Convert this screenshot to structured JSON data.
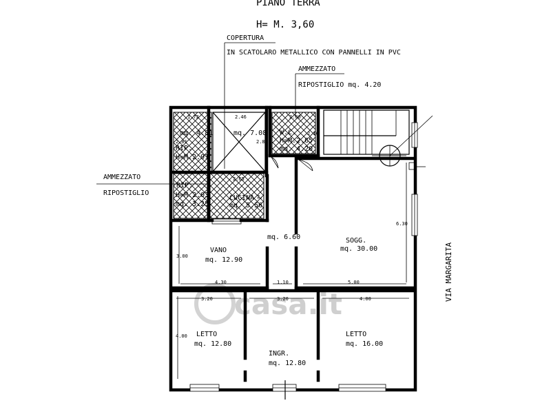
{
  "header": {
    "floor_title": "PIANO TERRA",
    "height": "H= M. 3,60"
  },
  "notes": {
    "copertura_title": "COPERTURA",
    "copertura_desc": "IN SCATOLARO METALLICO CON PANNELLI IN PVC",
    "ammezzato_top_title": "AMMEZZATO",
    "ammezzato_top_desc": "RIPOSTIGLIO mq. 4.20",
    "ammezzato_left_title": "AMMEZZATO",
    "ammezzato_left_desc": "RIPOSTIGLIO"
  },
  "street": "VIA MARGARITA",
  "watermark": "casa.it",
  "rooms": {
    "rip1": {
      "l1": "mq. 4.81",
      "l2": "RIP.",
      "l3": "H=M.2.91"
    },
    "void": {
      "area": "mq. 7.08"
    },
    "wc": {
      "l1": "W.C.",
      "l2": "H=M.2.65",
      "l3": "mq. 4.20"
    },
    "rip2": {
      "l1": "RIP.",
      "l2": "H=M.2.03",
      "l3": "mq. 3.25"
    },
    "cucina": {
      "name": "CUCINA",
      "area": "mq. 5.56"
    },
    "disimpegno": {
      "area": "mq. 6.60"
    },
    "vano": {
      "name": "VANO",
      "area": "mq. 12.90"
    },
    "sogg": {
      "name": "SOGG.",
      "area": "mq. 30.00"
    },
    "letto1": {
      "name": "LETTO",
      "area": "mq. 12.80"
    },
    "letto2": {
      "name": "LETTO",
      "area": "mq. 16.00"
    },
    "ingr": {
      "name": "INGR.",
      "area": "mq. 12.80"
    }
  },
  "dims": {
    "d172": "1.72",
    "d246": "2.46",
    "d200": "2.00",
    "d281": "2.81",
    "d280": "2.80",
    "d216": "2.16",
    "d265": "2.65",
    "d2": "2.",
    "d300": "3.00",
    "d430": "4.30",
    "d110": "1.10",
    "d500": "5.00",
    "d630": "6.30",
    "d320a": "3.20",
    "d320b": "3.20",
    "d400": "4.00",
    "d400v": "4.00"
  }
}
